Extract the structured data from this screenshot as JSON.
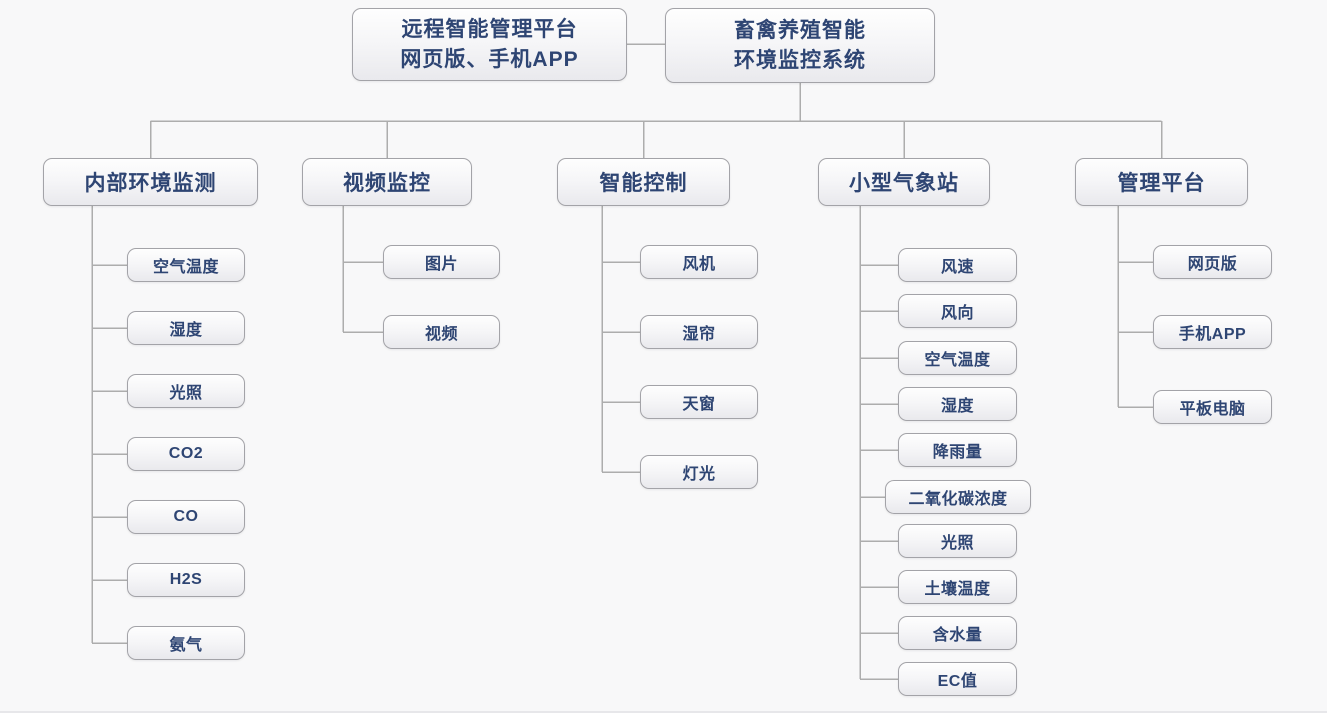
{
  "diagram": {
    "top_left": {
      "line1": "远程智能管理平台",
      "line2": "网页版、手机APP"
    },
    "root": {
      "line1": "畜禽养殖智能",
      "line2": "环境监控系统"
    },
    "branches": [
      {
        "label": "内部环境监测",
        "children": [
          "空气温度",
          "湿度",
          "光照",
          "CO2",
          "CO",
          "H2S",
          "氨气"
        ]
      },
      {
        "label": "视频监控",
        "children": [
          "图片",
          "视频"
        ]
      },
      {
        "label": "智能控制",
        "children": [
          "风机",
          "湿帘",
          "天窗",
          "灯光"
        ]
      },
      {
        "label": "小型气象站",
        "children": [
          "风速",
          "风向",
          "空气温度",
          "湿度",
          "降雨量",
          "二氧化碳浓度",
          "光照",
          "土壤温度",
          "含水量",
          "EC值"
        ]
      },
      {
        "label": "管理平台",
        "children": [
          "网页版",
          "手机APP",
          "平板电脑"
        ]
      }
    ],
    "colors": {
      "box_text": "#2e4573",
      "box_border": "#a3a3a8",
      "connector": "#adadad",
      "background": "#f8f8f9"
    }
  }
}
